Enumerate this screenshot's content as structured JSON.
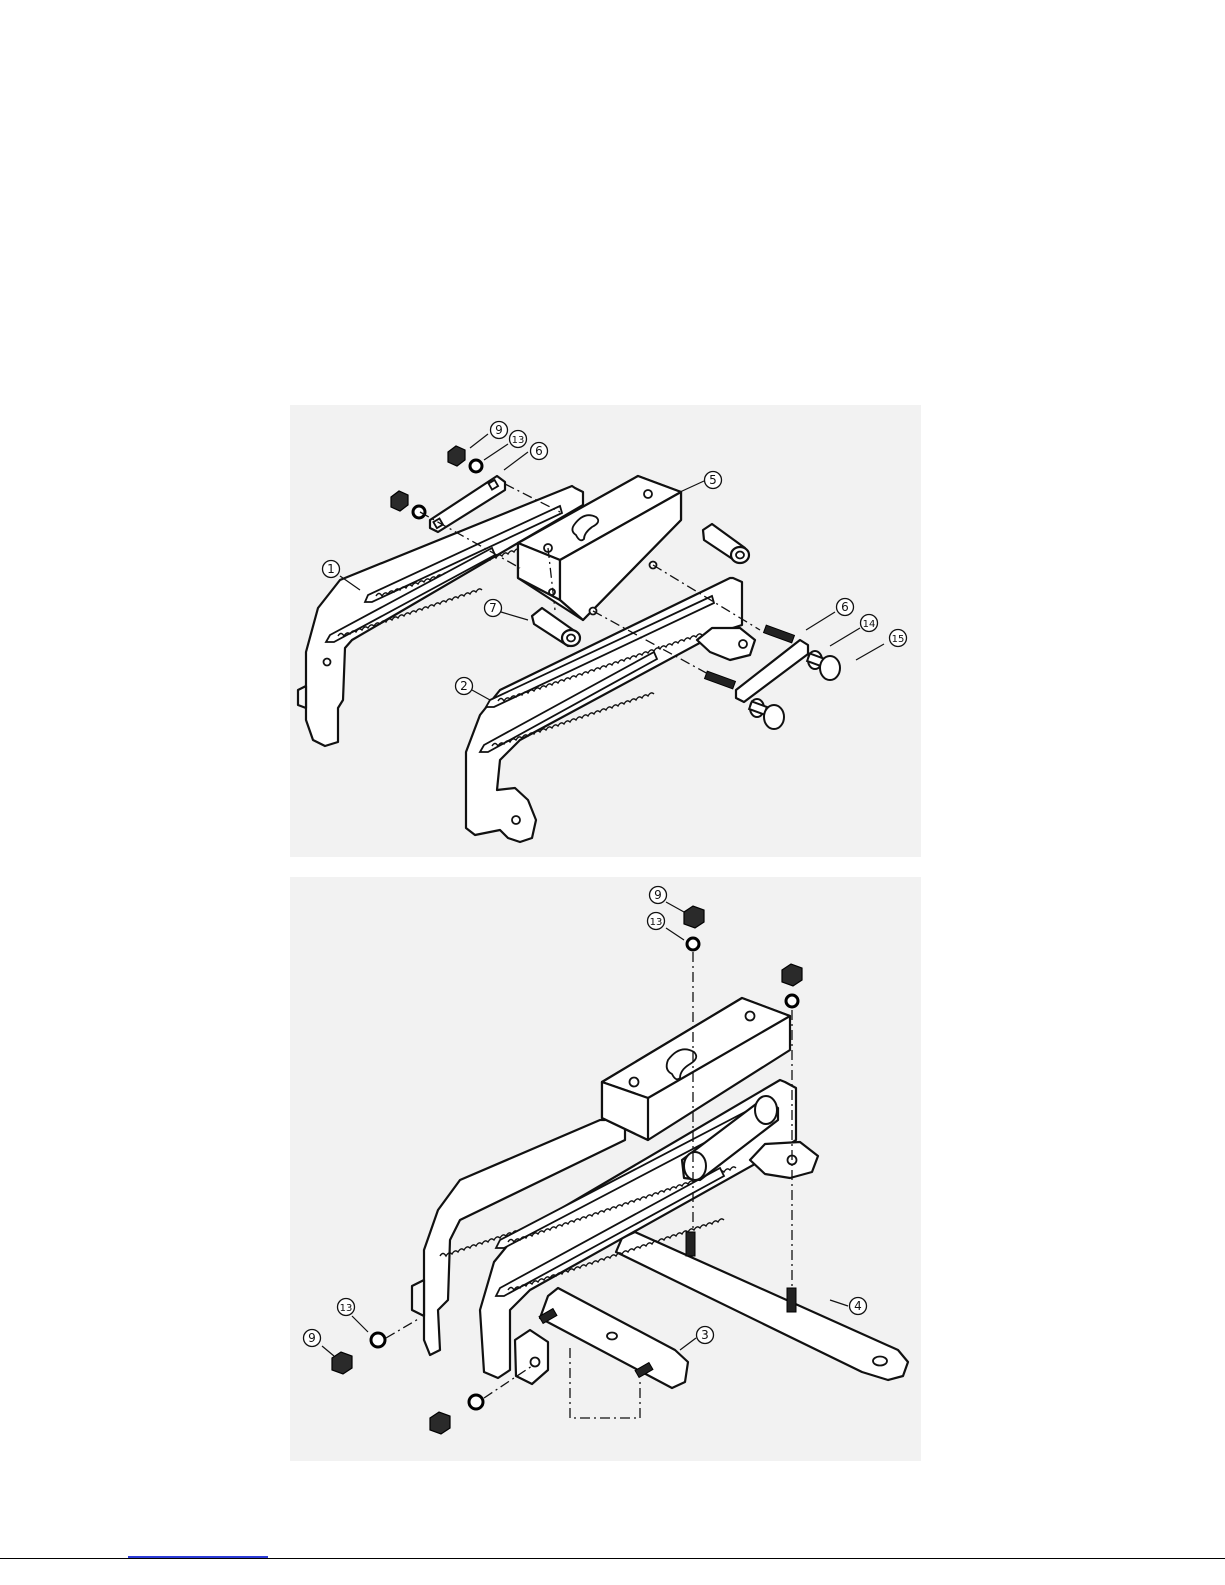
{
  "figure_top": {
    "callouts": [
      {
        "id": "callout-9-top",
        "label": "9"
      },
      {
        "id": "callout-13-top",
        "label": "13"
      },
      {
        "id": "callout-6-top-left",
        "label": "6"
      },
      {
        "id": "callout-5",
        "label": "5"
      },
      {
        "id": "callout-1",
        "label": "1"
      },
      {
        "id": "callout-7",
        "label": "7"
      },
      {
        "id": "callout-2",
        "label": "2"
      },
      {
        "id": "callout-6-top-right",
        "label": "6"
      },
      {
        "id": "callout-14",
        "label": "14"
      },
      {
        "id": "callout-15",
        "label": "15"
      }
    ]
  },
  "figure_bottom": {
    "callouts": [
      {
        "id": "callout-9-bottom-top",
        "label": "9"
      },
      {
        "id": "callout-13-bottom-top",
        "label": "13"
      },
      {
        "id": "callout-4",
        "label": "4"
      },
      {
        "id": "callout-13-bottom-left",
        "label": "13"
      },
      {
        "id": "callout-9-bottom-left",
        "label": "9"
      },
      {
        "id": "callout-3",
        "label": "3"
      }
    ]
  },
  "colors": {
    "panel_background": "#f2f2f2",
    "line": "#111111",
    "footer_link": "#2b3bd8"
  }
}
